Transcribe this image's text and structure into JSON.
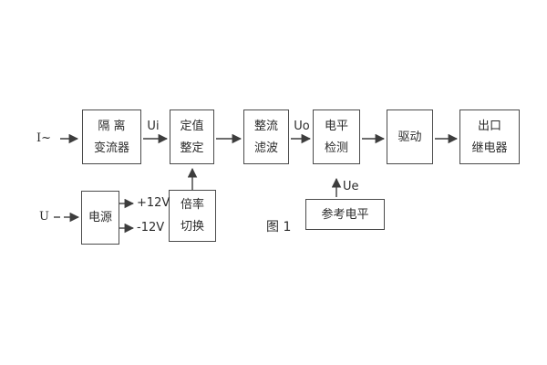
{
  "diagram": {
    "caption": "图 1",
    "inputs": {
      "current": "I~",
      "voltage": "U"
    },
    "signals": {
      "ui": "Ui",
      "uo": "Uo",
      "ue": "Ue",
      "plus12": "+12V",
      "minus12": "-12V"
    },
    "blocks": {
      "isolation": {
        "line1": "隔 离",
        "line2": "变流器"
      },
      "setting": {
        "line1": "定值",
        "line2": "整定"
      },
      "rectifier": {
        "line1": "整流",
        "line2": "滤波"
      },
      "level": {
        "line1": "电平",
        "line2": "检测"
      },
      "drive": {
        "line1": "驱动"
      },
      "relay": {
        "line1": "出口",
        "line2": "继电器"
      },
      "power": {
        "line1": "电源"
      },
      "ratio": {
        "line1": "倍率",
        "line2": "切换"
      },
      "reference": {
        "line1": "参考电平"
      }
    },
    "colors": {
      "background": "#ffffff",
      "line": "#3d3d3d",
      "text": "#2b2b2b",
      "box_border": "#4a4a4a"
    }
  }
}
